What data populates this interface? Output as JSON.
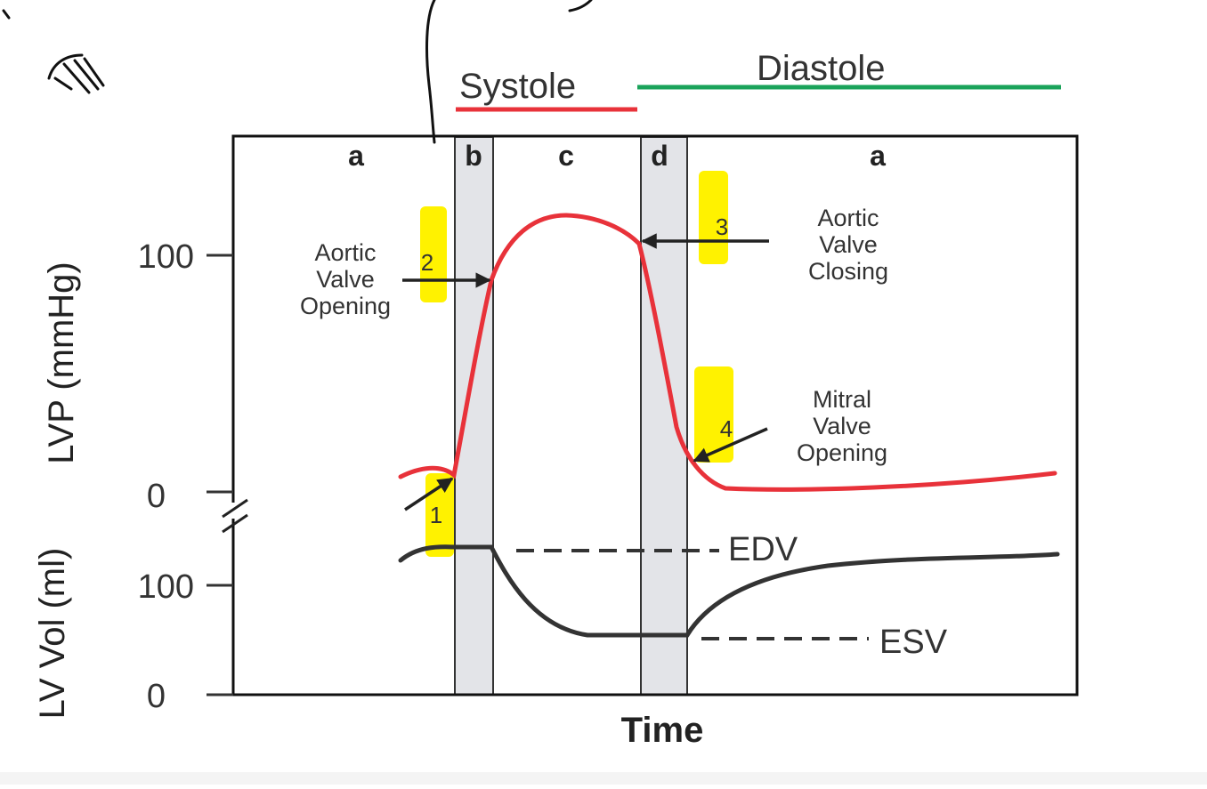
{
  "phases": {
    "systole": "Systole",
    "diastole": "Diastole",
    "systole_color": "#e8323a",
    "diastole_color": "#1aa35a"
  },
  "segments": [
    "a",
    "b",
    "c",
    "d",
    "a"
  ],
  "axes": {
    "lvp_label": "LVP (mmHg)",
    "lvp_ticks": [
      "100",
      "0"
    ],
    "vol_label": "LV Vol (ml)",
    "vol_ticks": [
      "100",
      "0"
    ],
    "x_label": "Time"
  },
  "events": {
    "aortic_opening": [
      "Aortic",
      "Valve",
      "Opening"
    ],
    "aortic_closing": [
      "Aortic",
      "Valve",
      "Closing"
    ],
    "mitral_opening": [
      "Mitral",
      "Valve",
      "Opening"
    ]
  },
  "volume_refs": {
    "edv": "EDV",
    "esv": "ESV"
  },
  "markers": [
    "1",
    "2",
    "3",
    "4"
  ],
  "colors": {
    "pressure_curve": "#e8323a",
    "volume_curve": "#333333",
    "shade": "#e3e4e8",
    "highlight": "#fff200"
  }
}
